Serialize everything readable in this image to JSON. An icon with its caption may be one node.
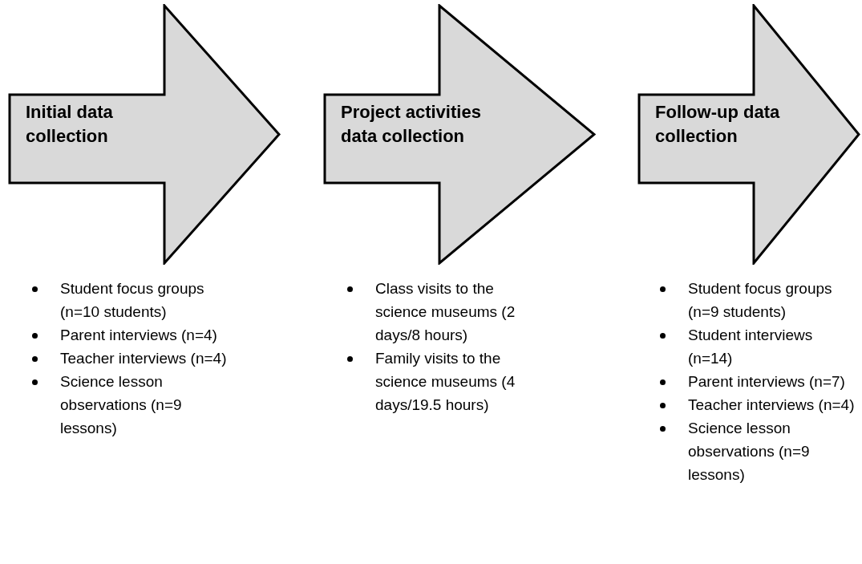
{
  "diagram": {
    "nodes": [
      {
        "text": [
          "Initial data collection"
        ]
      },
      {
        "text": [
          "Project activities data collection"
        ]
      },
      {
        "text": [
          "Follow-up data collection"
        ]
      }
    ],
    "labels": [
      "Student focus groups (n=10 students)",
      "Parent interviews (n=4)",
      "Teacher interviews (n=4)",
      "Science lesson observations (n=9 lessons)",
      "Class visits to the science museums (2 days/8 hours)",
      "Family visits to the science museums (4 days/19.5 hours)",
      "Student focus groups (n=9 students)",
      "Student interviews (n=14)",
      "Parent interviews (n=7)",
      "Teacher interviews (n=4)",
      "Science lesson observations (n=9 lessons)"
    ]
  }
}
